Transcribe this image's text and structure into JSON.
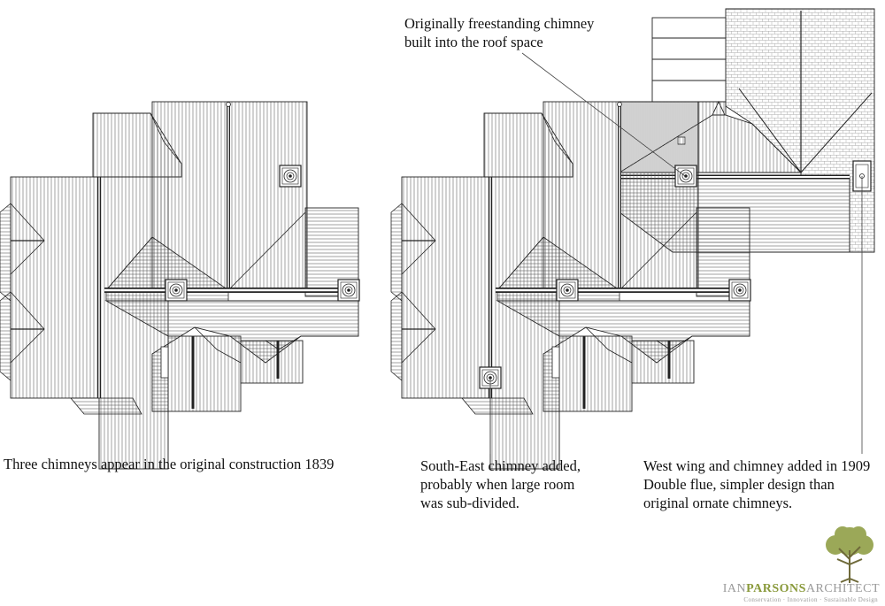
{
  "annotations": {
    "left_caption": "Three chimneys appear in the original construction 1839",
    "top_caption": "Originally freestanding chimney\nbuilt into the roof space",
    "se_caption": "South-East chimney added,\nprobably when large room\nwas sub-divided.",
    "west_caption": "West wing and chimney added in 1909\nDouble flue, simpler design than\noriginal ornate chimneys."
  },
  "logo": {
    "name_a": "IAN",
    "name_b": "PARSONS",
    "name_c": "ARCHITECT",
    "tagline": "Conservation · Innovation · Sustainable Design"
  },
  "colors": {
    "line": "#222222",
    "hatch": "#555555",
    "tile": "#aaaaaa",
    "logo_green": "#8a9a3c",
    "logo_grey": "#9a9a9a"
  }
}
